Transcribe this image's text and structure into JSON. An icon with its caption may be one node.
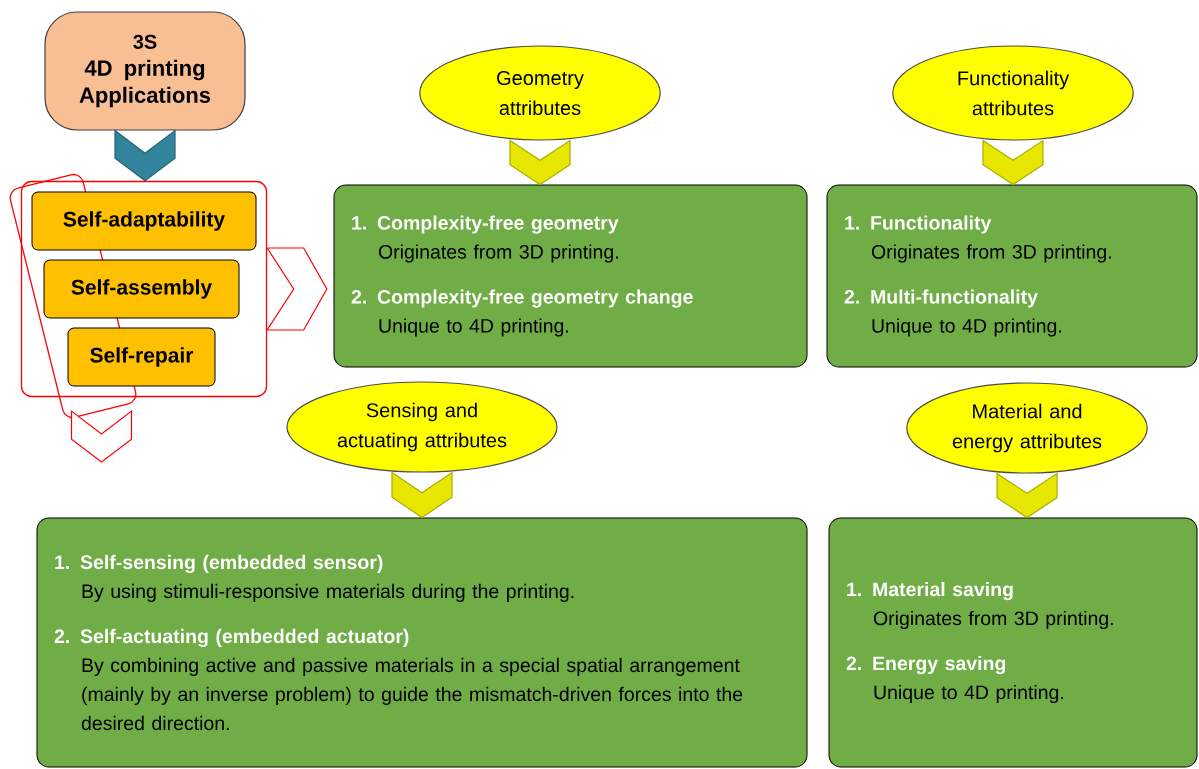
{
  "diagram": {
    "nodes": [
      {
        "text": [
          "3S",
          "4D printing Applications"
        ]
      },
      {
        "text": [],
        "shape": "box"
      },
      {
        "text": [],
        "shape": "box"
      },
      {
        "text": [
          "Self-adaptability"
        ],
        "in": 2
      },
      {
        "text": [
          "Self-assembly"
        ],
        "in": 2
      },
      {
        "text": [
          "Self-repair"
        ],
        "in": 2
      },
      {
        "text": [
          "Geometry attributes"
        ]
      },
      {
        "text": [
          "1. Complexity-free geometry",
          "Originates from 3D printing.",
          "2. Complexity-free geometry change",
          "Unique to 4D printing."
        ]
      },
      {
        "text": [
          "Functionality attributes"
        ]
      },
      {
        "text": [
          "1. Functionality",
          "Originates from 3D printing.",
          "2. Multi-functionality",
          "Unique to 4D printing."
        ]
      },
      {
        "text": [
          "Sensing and actuating attributes"
        ]
      },
      {
        "text": [
          "1. Self-sensing (embedded sensor)",
          "By using stimuli-responsive materials during the printing.",
          "2. Self-actuating (embedded actuator)",
          "By combining active and passive materials in a special spatial arrangement (mainly by an inverse problem) to guide the mismatch-driven forces into the desired direction."
        ]
      },
      {
        "text": [
          "Material and energy attributes"
        ]
      },
      {
        "text": [
          "1. Material saving",
          "Originates from 3D printing.",
          "2. Energy saving",
          "Unique to 4D printing."
        ]
      }
    ],
    "edges": [
      {
        "from": 0,
        "to": 2,
        "arrow": "to",
        "color": "#31849b"
      },
      {
        "from": 2,
        "to": 7,
        "arrow": "to",
        "color": "#ff0000"
      },
      {
        "from": 1,
        "to": null,
        "arrow": "to",
        "color": "#ff0000"
      },
      {
        "from": 6,
        "to": 7,
        "arrow": "to"
      },
      {
        "from": 8,
        "to": 9,
        "arrow": "to"
      },
      {
        "from": 10,
        "to": 11,
        "arrow": "to"
      },
      {
        "from": 12,
        "to": 13,
        "arrow": "to"
      }
    ]
  }
}
